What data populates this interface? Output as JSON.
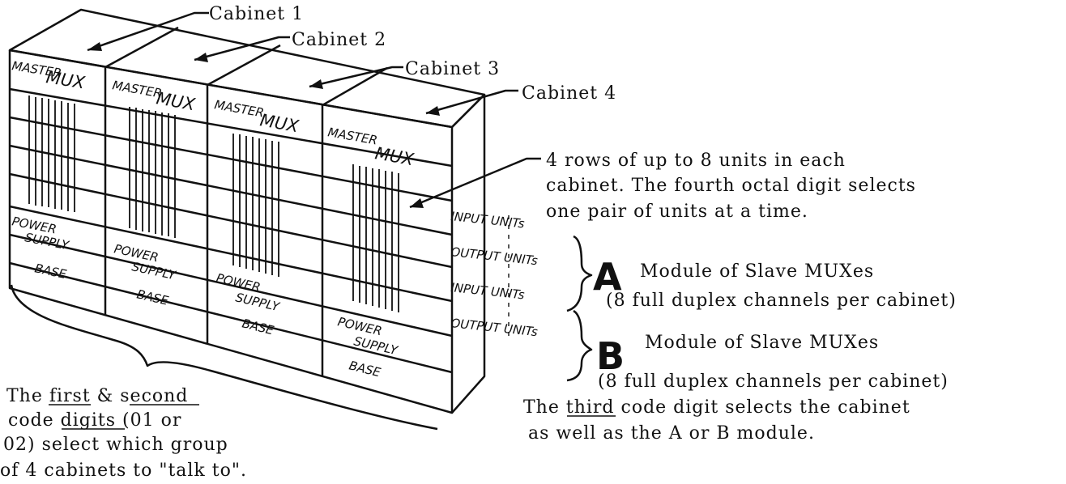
{
  "cabinets": [
    {
      "label": "Cabinet 1",
      "master": [
        "MASTER",
        "MUX"
      ],
      "power": [
        "POWER",
        "SUPPLY"
      ],
      "base": "BASE"
    },
    {
      "label": "Cabinet 2",
      "master": [
        "MASTER",
        "MUX"
      ],
      "power": [
        "POWER",
        "SUPPLY"
      ],
      "base": "BASE"
    },
    {
      "label": "Cabinet 3",
      "master": [
        "MASTER",
        "MUX"
      ],
      "power": [
        "POWER",
        "SUPPLY"
      ],
      "base": "BASE"
    },
    {
      "label": "Cabinet 4",
      "master": [
        "MASTER",
        "MUX"
      ],
      "power": [
        "POWER",
        "SUPPLY"
      ],
      "base": "BASE"
    }
  ],
  "rows_note": {
    "line1": "4 rows of up to 8 units in each",
    "line2": "cabinet. The fourth octal digit selects",
    "line3": "one pair of units at a time."
  },
  "side_rows": [
    "INPUT UNITs",
    "OUTPUT UNITs",
    "INPUT UNITs",
    "OUTPUT UNITs"
  ],
  "modules": [
    {
      "letter": "A",
      "line1": "Module of Slave MUXes",
      "line2": "(8 full duplex channels per cabinet)"
    },
    {
      "letter": "B",
      "line1": "Module of Slave MUXes",
      "line2": "(8 full duplex channels per cabinet)"
    }
  ],
  "third_note": {
    "pre": "The ",
    "u": "third",
    "post": " code digit selects the cabinet",
    "line2": "as well as the A or B module."
  },
  "first_note": {
    "l1_pre": "The ",
    "l1_u1": "first",
    "l1_mid": " & ",
    "l1_u2": "second",
    "l2_pre": "code ",
    "l2_u": "digits",
    "l2_post": " (01 or",
    "line3": "02) select which group",
    "line4": "of 4 cabinets to \"talk to\"."
  }
}
